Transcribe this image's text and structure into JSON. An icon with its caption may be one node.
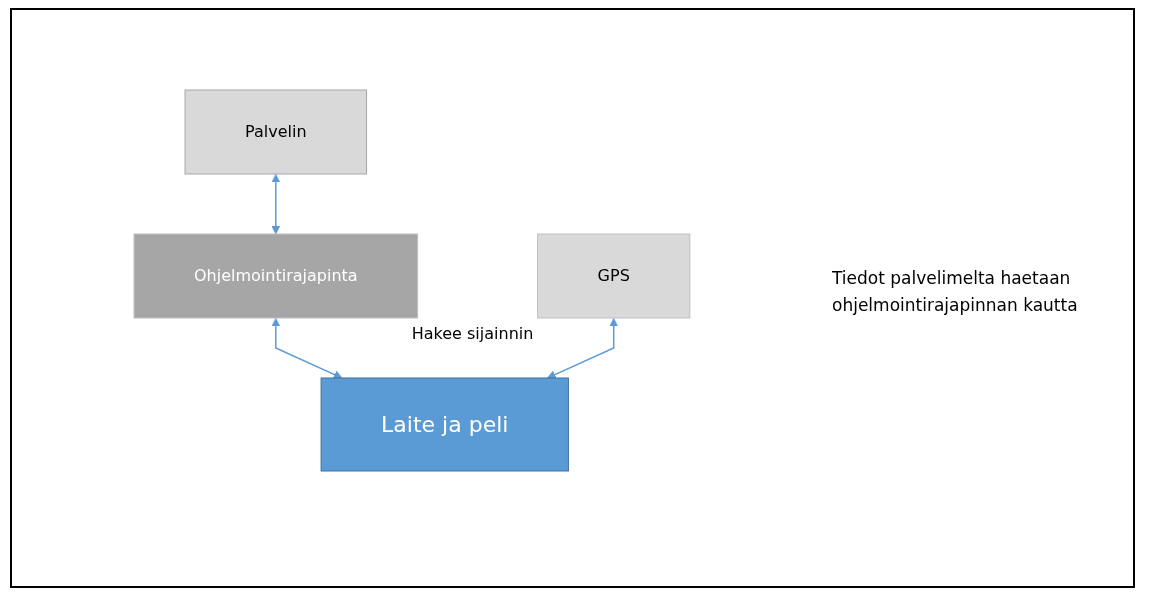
{
  "diagram": {
    "nodes": [
      {
        "text": [
          "Palvelin"
        ]
      },
      {
        "text": [
          "Ohjelmointirajapinta"
        ]
      },
      {
        "text": [
          "Laite ja peli"
        ]
      },
      {
        "text": [
          "GPS"
        ],
        "beside": [
          "Hakee sijainnin"
        ]
      }
    ],
    "edges": [
      {
        "from": 0,
        "to": 1,
        "arrow": "both"
      },
      {
        "from": 1,
        "to": 2,
        "arrow": "both"
      },
      {
        "from": 3,
        "to": 2,
        "arrow": "both"
      }
    ],
    "labels": [
      "Tiedot palvelimelta haetaan ohjelmointirajapinnan kautta"
    ]
  }
}
